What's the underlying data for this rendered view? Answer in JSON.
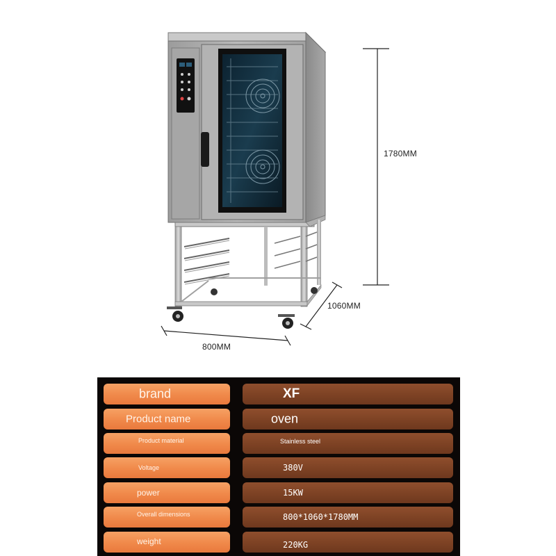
{
  "product_image": {
    "dimension_labels": {
      "height": "1780MM",
      "depth": "1060MM",
      "width": "800MM"
    }
  },
  "specs": [
    {
      "label": "brand",
      "value": "XF"
    },
    {
      "label": "Product name",
      "value": "oven"
    },
    {
      "label": "Product material",
      "value": "Stainless steel"
    },
    {
      "label": "Voltage",
      "value": "380V"
    },
    {
      "label": "power",
      "value": "15KW"
    },
    {
      "label": "Overall dimensions",
      "value": "800*1060*1780MM"
    },
    {
      "label": "weight",
      "value": "220KG"
    }
  ]
}
